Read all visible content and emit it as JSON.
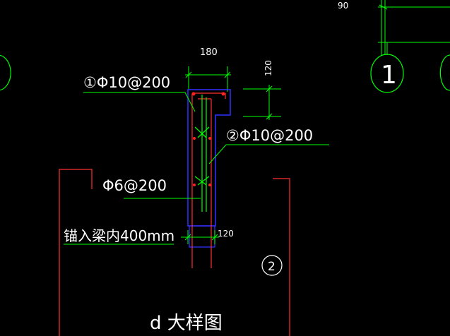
{
  "drawing": {
    "dim_width": "180",
    "dim_height_top": "120",
    "dim_height_bottom": "120",
    "dim_top_cut": "90",
    "rebar_1_label": "①Φ10@200",
    "rebar_2_label": "②Φ10@200",
    "stirrup_label": "Φ6@200",
    "anchor_label": "锚入梁内400mm",
    "axis_bubble_right": "1",
    "detail_bubble": "2",
    "detail_title": "d 大样图"
  },
  "colors": {
    "background": "#000000",
    "text": "#ffffff",
    "dimension": "#00ff00",
    "concrete_outline": "#3030ff",
    "beam_line": "#ff3030",
    "rebar_point": "#ff2020",
    "bubble": "#ffffff",
    "gridline": "#00ff00"
  }
}
